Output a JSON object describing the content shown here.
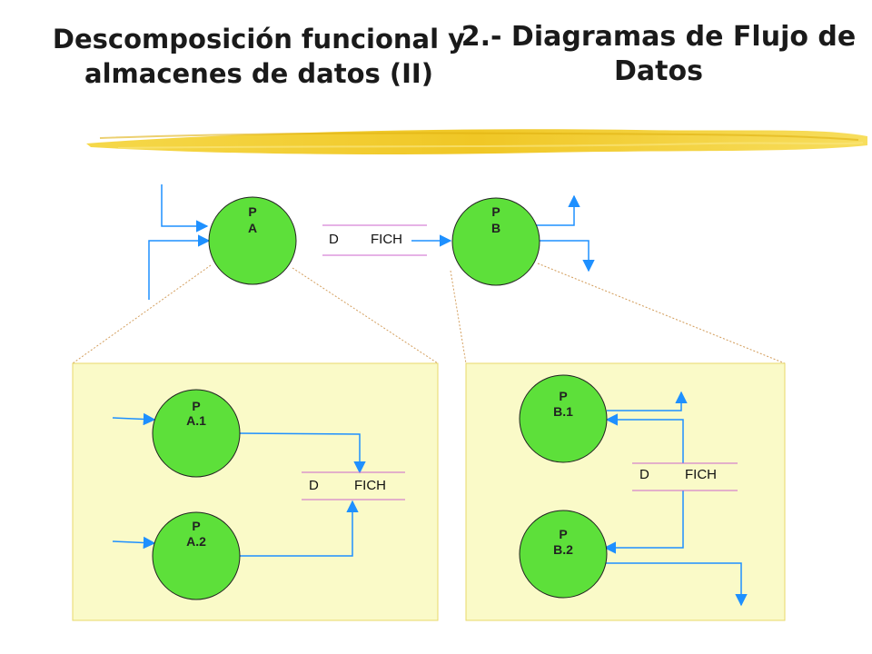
{
  "header": {
    "title_left": "Descomposición funcional y almacenes de datos (II)",
    "title_right": "2.- Diagramas de Flujo de Datos"
  },
  "colors": {
    "process_fill": "#5de03a",
    "panel_fill": "#fafac8",
    "panel_border": "#e8d86a",
    "arrow": "#1e90ff",
    "store_line": "#cc66cc",
    "brush": "#f0c820"
  },
  "diagram": {
    "top": {
      "process_a": {
        "line1": "P",
        "line2": "A"
      },
      "process_b": {
        "line1": "P",
        "line2": "B"
      },
      "store": {
        "id": "D",
        "name": "FICH"
      }
    },
    "left_panel": {
      "process_a1": {
        "line1": "P",
        "line2": "A.1"
      },
      "process_a2": {
        "line1": "P",
        "line2": "A.2"
      },
      "store": {
        "id": "D",
        "name": "FICH"
      }
    },
    "right_panel": {
      "process_b1": {
        "line1": "P",
        "line2": "B.1"
      },
      "process_b2": {
        "line1": "P",
        "line2": "B.2"
      },
      "store": {
        "id": "D",
        "name": "FICH"
      }
    }
  }
}
